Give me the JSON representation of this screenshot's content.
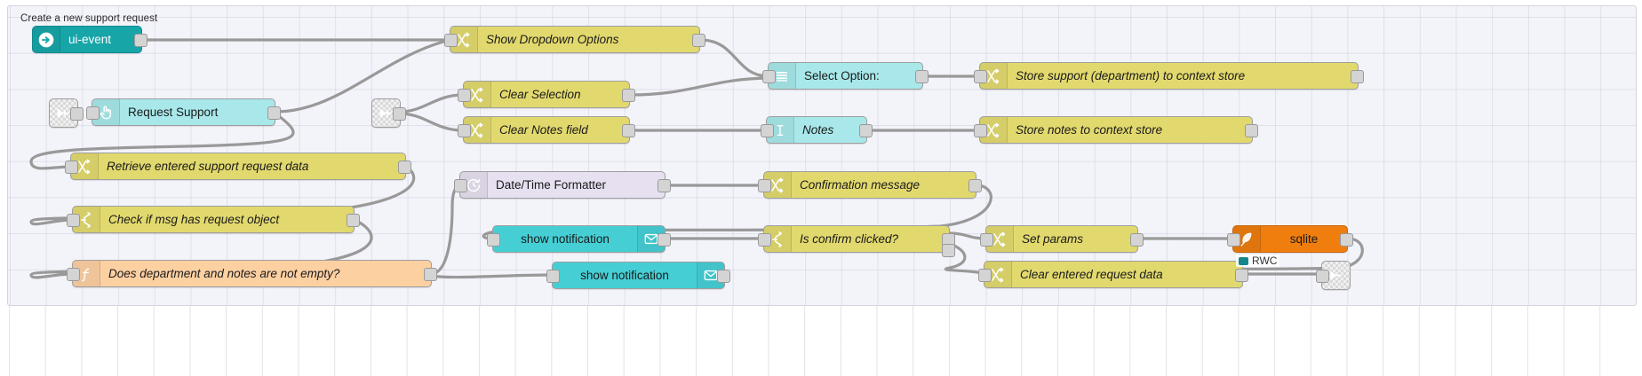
{
  "flow": {
    "title": "Create a new support request"
  },
  "status": {
    "sqlite_label": "RWC",
    "sqlite_dot_color": "#15868b"
  },
  "colors": {
    "change_node": "#e2d96e",
    "switch_node": "#e2d96e",
    "function_node": "#fdd0a2",
    "ui_node": "#a8e8ea",
    "ui_event_node": "#18a5a8",
    "notification_node": "#45cfd5",
    "datetime_node": "#e6e0f0",
    "sqlite_node": "#ef7e0f",
    "link_node": "#d9d9d9",
    "wire": "#999999",
    "canvas": "#f3f3fa"
  },
  "nodes": [
    {
      "id": "ui-event",
      "label": "ui-event",
      "icon": "arrow-right-circle-icon",
      "type": "ui_event",
      "italic": false
    },
    {
      "id": "request-support",
      "label": "Request Support",
      "icon": "pointer-hand-icon",
      "type": "ui",
      "italic": false
    },
    {
      "id": "show-dropdown",
      "label": "Show Dropdown Options",
      "icon": "change-shuffle-icon",
      "type": "change",
      "italic": true
    },
    {
      "id": "clear-selection",
      "label": "Clear Selection",
      "icon": "change-shuffle-icon",
      "type": "change",
      "italic": true
    },
    {
      "id": "clear-notes",
      "label": "Clear Notes field",
      "icon": "change-shuffle-icon",
      "type": "change",
      "italic": true
    },
    {
      "id": "select-option",
      "label": "Select Option:",
      "icon": "dropdown-list-icon",
      "type": "ui",
      "italic": false
    },
    {
      "id": "notes",
      "label": "Notes",
      "icon": "text-cursor-icon",
      "type": "ui",
      "italic": true
    },
    {
      "id": "store-support",
      "label": "Store support (department) to context store",
      "icon": "change-shuffle-icon",
      "type": "change",
      "italic": true
    },
    {
      "id": "store-notes",
      "label": "Store notes to context store",
      "icon": "change-shuffle-icon",
      "type": "change",
      "italic": true
    },
    {
      "id": "retrieve-data",
      "label": "Retrieve entered support request data",
      "icon": "change-shuffle-icon",
      "type": "change",
      "italic": true
    },
    {
      "id": "check-msg",
      "label": "Check if msg has request object",
      "icon": "switch-branch-icon",
      "type": "switch",
      "italic": true
    },
    {
      "id": "dept-notes-empty",
      "label": "Does department and notes are not empty?",
      "icon": "function-fx-icon",
      "type": "function",
      "italic": true
    },
    {
      "id": "datetime",
      "label": "Date/Time Formatter",
      "icon": "clock-icon",
      "type": "datetime",
      "italic": false
    },
    {
      "id": "confirm-message",
      "label": "Confirmation message",
      "icon": "change-shuffle-icon",
      "type": "change",
      "italic": true
    },
    {
      "id": "show-notif-1",
      "label": "show notification",
      "icon": "envelope-icon",
      "type": "notify",
      "italic": false
    },
    {
      "id": "show-notif-2",
      "label": "show notification",
      "icon": "envelope-icon",
      "type": "notify",
      "italic": false
    },
    {
      "id": "is-confirm",
      "label": "Is confirm clicked?",
      "icon": "switch-branch-icon",
      "type": "switch",
      "italic": true
    },
    {
      "id": "set-params",
      "label": "Set params",
      "icon": "change-shuffle-icon",
      "type": "change",
      "italic": true
    },
    {
      "id": "sqlite",
      "label": "sqlite",
      "icon": "feather-icon",
      "type": "sqlite",
      "italic": false
    },
    {
      "id": "clear-request",
      "label": "Clear entered request data",
      "icon": "change-shuffle-icon",
      "type": "change",
      "italic": true
    },
    {
      "id": "link-in-1",
      "label": "",
      "icon": "link-in-icon",
      "type": "link",
      "italic": false
    },
    {
      "id": "link-in-2",
      "label": "",
      "icon": "link-in-icon",
      "type": "link",
      "italic": false
    },
    {
      "id": "debug-out",
      "label": "",
      "icon": "debug-bug-icon",
      "type": "link",
      "italic": false
    }
  ]
}
